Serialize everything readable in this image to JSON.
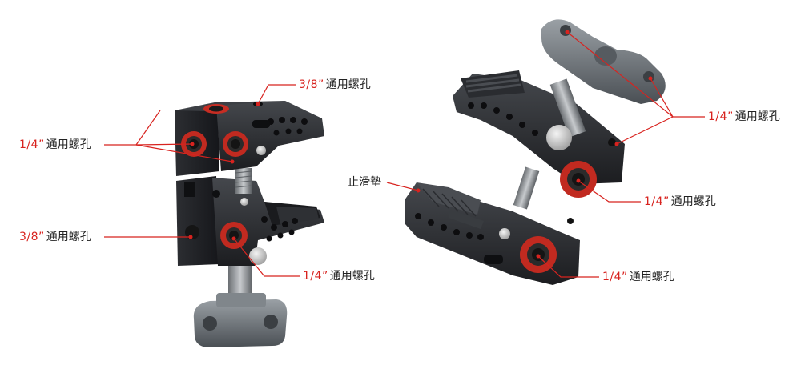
{
  "labels": {
    "l1_num": "3/8”",
    "l1_txt": "通用螺孔",
    "l2_num": "1/4”",
    "l2_txt": "通用螺孔",
    "l3_num": "3/8”",
    "l3_txt": "通用螺孔",
    "l4_num": "1/4”",
    "l4_txt": "通用螺孔",
    "l5_num": "1/4”",
    "l5_txt": "通用螺孔",
    "l6_txt": "止滑墊",
    "l7_num": "1/4”",
    "l7_txt": "通用螺孔",
    "l8_num": "1/4”",
    "l8_txt": "通用螺孔"
  },
  "colors": {
    "accent_red": "#d8231f",
    "metal_dark": "#26282b",
    "metal_mid": "#3a3d41",
    "knob_grey": "#6d7378",
    "thread_red": "#b5281f"
  }
}
